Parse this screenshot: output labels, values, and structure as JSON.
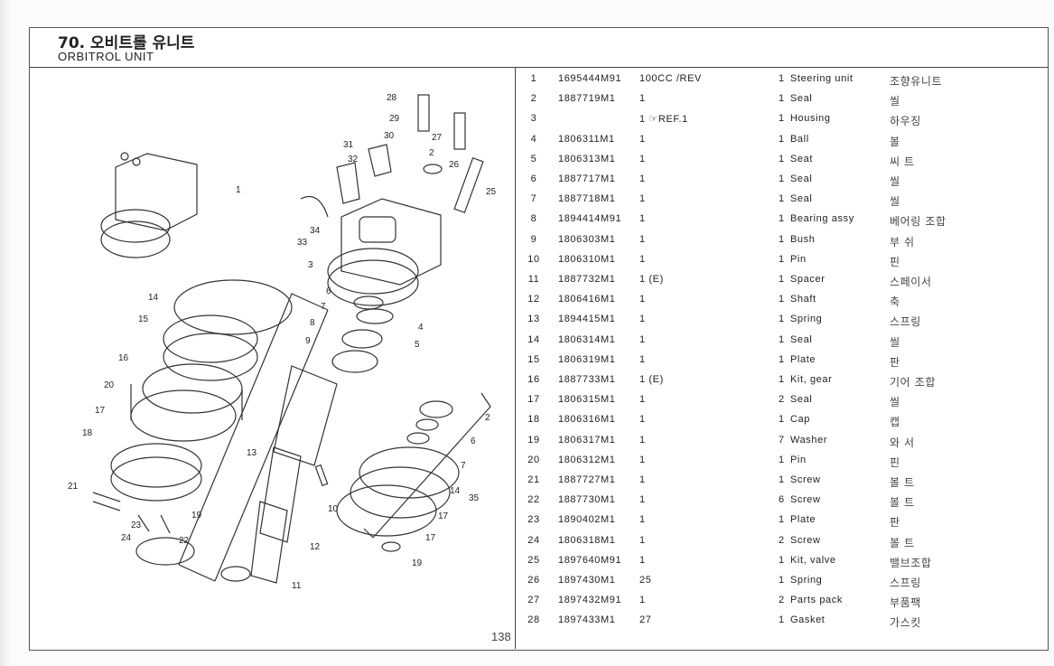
{
  "header": {
    "title": "70. 오비트롤 유니트",
    "subtitle": "ORBITROL UNIT"
  },
  "page_number": "138",
  "diagram": {
    "callouts": [
      "28",
      "29",
      "30",
      "27",
      "31",
      "32",
      "2",
      "26",
      "25",
      "1",
      "34",
      "33",
      "3",
      "14",
      "15",
      "6",
      "7",
      "4",
      "8",
      "5",
      "9",
      "16",
      "20",
      "17",
      "18",
      "13",
      "2",
      "6",
      "7",
      "14",
      "35",
      "21",
      "19",
      "10",
      "17",
      "23",
      "24",
      "22",
      "17",
      "12",
      "19",
      "11"
    ]
  },
  "parts": [
    {
      "ref": "1",
      "part": "1695444M91",
      "note": "100CC /REV",
      "qty": "1",
      "desc": "Steering unit",
      "kor": "조향유니트"
    },
    {
      "ref": "2",
      "part": "1887719M1",
      "note": "1",
      "qty": "1",
      "desc": "Seal",
      "kor": "씰"
    },
    {
      "ref": "3",
      "part": "",
      "note": "1 ☞REF.1",
      "qty": "1",
      "desc": "Housing",
      "kor": "하우징"
    },
    {
      "ref": "4",
      "part": "1806311M1",
      "note": "1",
      "qty": "1",
      "desc": "Ball",
      "kor": "볼"
    },
    {
      "ref": "5",
      "part": "1806313M1",
      "note": "1",
      "qty": "1",
      "desc": "Seat",
      "kor": "씨  트"
    },
    {
      "ref": "6",
      "part": "1887717M1",
      "note": "1",
      "qty": "1",
      "desc": "Seal",
      "kor": "씰"
    },
    {
      "ref": "7",
      "part": "1887718M1",
      "note": "1",
      "qty": "1",
      "desc": "Seal",
      "kor": "씰"
    },
    {
      "ref": "8",
      "part": "1894414M91",
      "note": "1",
      "qty": "1",
      "desc": "Bearing assy",
      "kor": "베어링 조합"
    },
    {
      "ref": "9",
      "part": "1806303M1",
      "note": "1",
      "qty": "1",
      "desc": "Bush",
      "kor": "부  쉬"
    },
    {
      "ref": "10",
      "part": "1806310M1",
      "note": "1",
      "qty": "1",
      "desc": "Pin",
      "kor": "핀"
    },
    {
      "ref": "11",
      "part": "1887732M1",
      "note": "1 (E)",
      "qty": "1",
      "desc": "Spacer",
      "kor": "스페이서"
    },
    {
      "ref": "12",
      "part": "1806416M1",
      "note": "1",
      "qty": "1",
      "desc": "Shaft",
      "kor": "축"
    },
    {
      "ref": "13",
      "part": "1894415M1",
      "note": "1",
      "qty": "1",
      "desc": "Spring",
      "kor": "스프링"
    },
    {
      "ref": "14",
      "part": "1806314M1",
      "note": "1",
      "qty": "1",
      "desc": "Seal",
      "kor": "씰"
    },
    {
      "ref": "15",
      "part": "1806319M1",
      "note": "1",
      "qty": "1",
      "desc": "Plate",
      "kor": "판"
    },
    {
      "ref": "16",
      "part": "1887733M1",
      "note": "1 (E)",
      "qty": "1",
      "desc": "Kit, gear",
      "kor": "기어 조합"
    },
    {
      "ref": "17",
      "part": "1806315M1",
      "note": "1",
      "qty": "2",
      "desc": "Seal",
      "kor": "씰"
    },
    {
      "ref": "18",
      "part": "1806316M1",
      "note": "1",
      "qty": "1",
      "desc": "Cap",
      "kor": "캡"
    },
    {
      "ref": "19",
      "part": "1806317M1",
      "note": "1",
      "qty": "7",
      "desc": "Washer",
      "kor": "와  서"
    },
    {
      "ref": "20",
      "part": "1806312M1",
      "note": "1",
      "qty": "1",
      "desc": "Pin",
      "kor": "핀"
    },
    {
      "ref": "21",
      "part": "1887727M1",
      "note": "1",
      "qty": "1",
      "desc": "Screw",
      "kor": "볼  트"
    },
    {
      "ref": "22",
      "part": "1887730M1",
      "note": "1",
      "qty": "6",
      "desc": "Screw",
      "kor": "볼  트"
    },
    {
      "ref": "23",
      "part": "1890402M1",
      "note": "1",
      "qty": "1",
      "desc": "Plate",
      "kor": "판"
    },
    {
      "ref": "24",
      "part": "1806318M1",
      "note": "1",
      "qty": "2",
      "desc": "Screw",
      "kor": "볼  트"
    },
    {
      "ref": "25",
      "part": "1897640M91",
      "note": "1",
      "qty": "1",
      "desc": "Kit, valve",
      "kor": "밸브조합"
    },
    {
      "ref": "26",
      "part": "1897430M1",
      "note": "25",
      "qty": "1",
      "desc": "Spring",
      "kor": "스프링"
    },
    {
      "ref": "27",
      "part": "1897432M91",
      "note": "1",
      "qty": "2",
      "desc": "Parts pack",
      "kor": "부품팩"
    },
    {
      "ref": "28",
      "part": "1897433M1",
      "note": "27",
      "qty": "1",
      "desc": "Gasket",
      "kor": "가스킷"
    }
  ]
}
